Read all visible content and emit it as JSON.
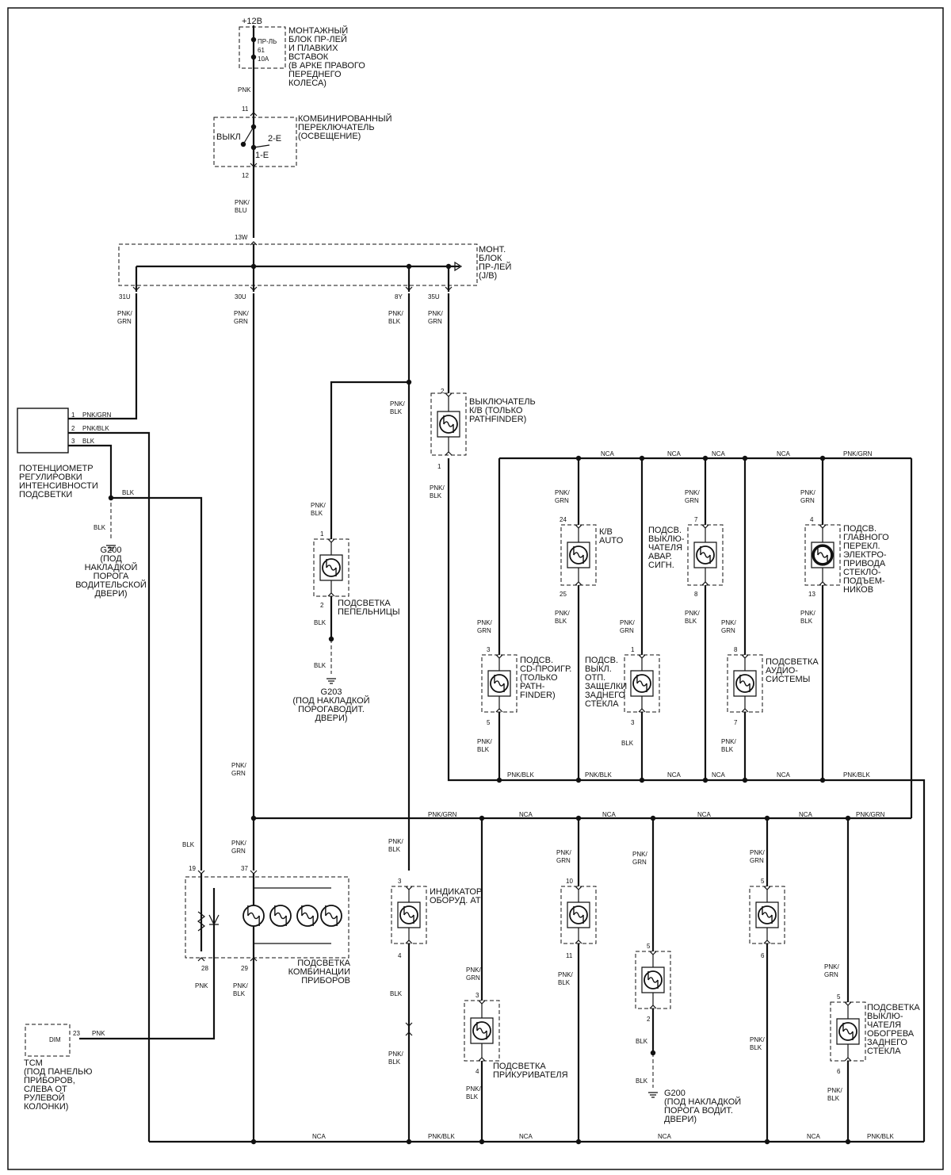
{
  "supply": {
    "voltage": "+12В"
  },
  "fuse_block": {
    "label": "МОНТАЖНЫЙ\nБЛОК ПР-ЛЕЙ\nИ ПЛАВКИХ\nВСТАВОК\n(В АРКЕ ПРАВОГО\nПЕРЕДНЕГО\nКОЛЕСА)",
    "fuse": "ПР-ЛЬ\n61\n10A"
  },
  "switch": {
    "label": "КОМБИНИРОВАННЫЙ\nПЕРЕКЛЮЧАТЕЛЬ\n(ОСВЕЩЕНИЕ)",
    "pos_off": "ВЫКЛ",
    "pos_2e": "2-Е",
    "pos_1e": "1-Е",
    "pin_in": "11",
    "pin_out": "12"
  },
  "junction_block": {
    "label": "МОНТ.\nБЛОК\nПР-ЛЕЙ\n(J/B)",
    "pin_in": "13W",
    "pins_out": [
      "31U",
      "30U",
      "8Y",
      "35U"
    ]
  },
  "wire_colors": {
    "pnk": "PNK",
    "pnk_blu": "PNK/\nBLU",
    "pnk_grn": "PNK/\nGRN",
    "pnk_blk": "PNK/\nBLK",
    "pnk_grn_inline": "PNK/GRN",
    "pnk_blk_inline": "PNK/BLK",
    "blk": "BLK",
    "nca": "NCA"
  },
  "potentiometer": {
    "label": "ПОТЕНЦИОМЕТР\nРЕГУЛИРОВКИ\nИНТЕНСИВНОСТИ\nПОДСВЕТКИ",
    "pins": [
      "1",
      "2",
      "3"
    ]
  },
  "grounds": {
    "g200_driver": "G200\n(ПОД\nНАКЛАДКОЙ\nПОРОГА\nВОДИТЕЛЬСКОЙ\nДВЕРИ)",
    "g203": "G203\n(ПОД НАКЛАДКОЙ\nПОРОГАВОДИТ.\nДВЕРИ)",
    "g200_bottom": "G200\n(ПОД НАКЛАДКОЙ\nПОРОГА ВОДИТ.\nДВЕРИ)"
  },
  "components": {
    "ashtray": {
      "label": "ПОДСВЕТКА\nПЕПЕЛЬНИЦЫ",
      "pin_top": "1",
      "pin_bot": "2"
    },
    "ac_switch": {
      "label": "ВЫКЛЮЧАТЕЛЬ\nК/В (ТОЛЬКО\nPATHFINDER)",
      "pin_top": "2",
      "pin_bot": "1"
    },
    "ac_auto": {
      "label": "К/В\nAUTO",
      "pin_top": "24",
      "pin_bot": "25"
    },
    "hazard": {
      "label": "ПОДСВ.\nВЫКЛЮ-\nЧАТЕЛЯ\nАВАР.\nСИГН.",
      "pin_top": "7",
      "pin_bot": "8"
    },
    "window_switch": {
      "label": "ПОДСВ.\nГЛАВНОГО\nПЕРЕКЛ.\nЭЛЕКТРО-\nПРИВОДА\nСТЕКЛО-\nПОДЪЕМ-\nНИКОВ",
      "pin_top": "4",
      "pin_bot": "13"
    },
    "cd_player": {
      "label": "ПОДСВ.\nCD-ПРОИГР.\n(ТОЛЬКО\nPATH-\nFINDER)",
      "pin_top": "3",
      "pin_bot": "5"
    },
    "rear_latch": {
      "label": "ПОДСВ.\nВЫКЛ.\nОТП.\nЗАЩЕЛКИ\nЗАДНЕГО\nСТЕКЛА",
      "pin_top": "1",
      "pin_bot": "3"
    },
    "audio": {
      "label": "ПОДСВЕТКА\nАУДИО-\nСИСТЕМЫ",
      "pin_top": "8",
      "pin_bot": "7"
    },
    "cluster": {
      "label": "ПОДСВЕТКА\nКОМБИНАЦИИ\nПРИБОРОВ",
      "pins": [
        "19",
        "37",
        "28",
        "29"
      ]
    },
    "at_indicator": {
      "label": "ИНДИКАТОР\nОБОРУД. АТ",
      "pin_top": "3",
      "pin_bot": "4"
    },
    "lighter": {
      "label": "ПОДСВЕТКА\nПРИКУРИВАТЕЛЯ",
      "pin_top": "3",
      "pin_bot": "4"
    },
    "unnamed_10_11": {
      "pin_top": "10",
      "pin_bot": "11"
    },
    "unnamed_5_2": {
      "pin_top": "5",
      "pin_bot": "2"
    },
    "unnamed_5_6": {
      "pin_top": "5",
      "pin_bot": "6"
    },
    "rear_defog": {
      "label": "ПОДСВЕТКА\nВЫКЛЮ-\nЧАТЕЛЯ\nОБОГРЕВА\nЗАДНЕГО\nСТЕКЛА",
      "pin_top": "5",
      "pin_bot": "6"
    }
  },
  "tcm": {
    "label": "TCM\n(ПОД ПАНЕЛЬЮ\nПРИБОРОВ,\nСЛЕВА ОТ\nРУЛЕВОЙ\nКОЛОНКИ)",
    "terminal": "DIM",
    "pin": "23"
  }
}
